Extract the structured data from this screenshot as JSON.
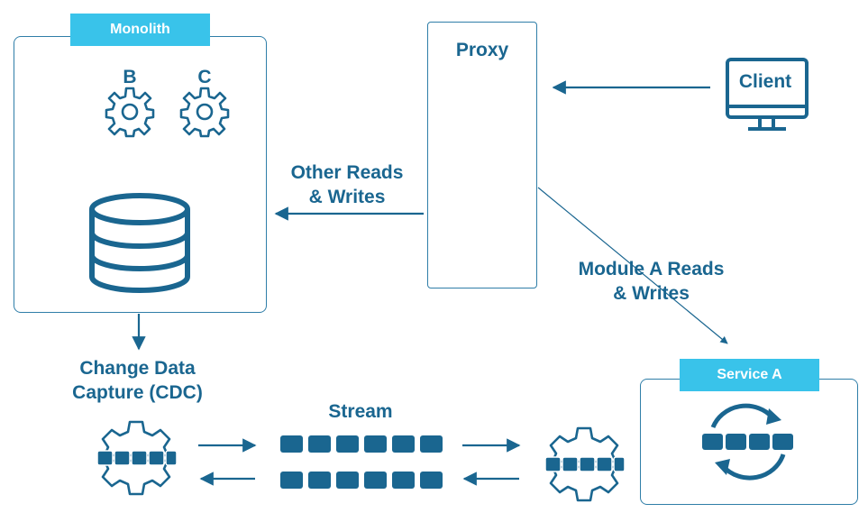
{
  "colors": {
    "primary": "#1a6690",
    "border": "#2f7ea8",
    "tag_bg": "#39c3ea",
    "tag_text": "#ffffff"
  },
  "monolith": {
    "tag": "Monolith",
    "module_b": "B",
    "module_c": "C",
    "icons": [
      "gear-icon",
      "gear-icon",
      "database-icon"
    ]
  },
  "proxy": {
    "title": "Proxy"
  },
  "client": {
    "label": "Client",
    "icon": "monitor-icon"
  },
  "flows": {
    "other_line1": "Other Reads",
    "other_line2": "& Writes",
    "module_a_line1": "Module A Reads",
    "module_a_line2": "& Writes"
  },
  "cdc": {
    "line1": "Change Data",
    "line2": "Capture (CDC)",
    "icon": "connector-gear-icon"
  },
  "stream": {
    "label": "Stream",
    "icon": "queue-icon"
  },
  "service_a": {
    "tag": "Service A",
    "icon": "sync-queue-icon",
    "connector_icon": "connector-gear-icon"
  }
}
